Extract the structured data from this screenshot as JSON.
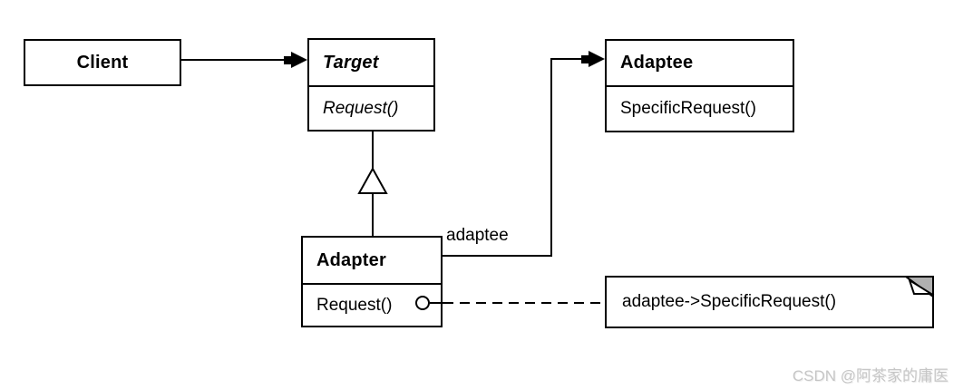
{
  "diagram": {
    "classes": {
      "client": {
        "name": "Client"
      },
      "target": {
        "name": "Target",
        "method": "Request()"
      },
      "adaptee": {
        "name": "Adaptee",
        "method": "SpecificRequest()"
      },
      "adapter": {
        "name": "Adapter",
        "method": "Request()"
      }
    },
    "association_label": "adaptee",
    "note_text": "adaptee->SpecificRequest()",
    "watermark": "CSDN @阿茶家的庸医",
    "colors": {
      "line": "#000000",
      "background": "#ffffff",
      "note_fold": "#b0b0b0",
      "watermark": "#c6c6c6"
    }
  }
}
